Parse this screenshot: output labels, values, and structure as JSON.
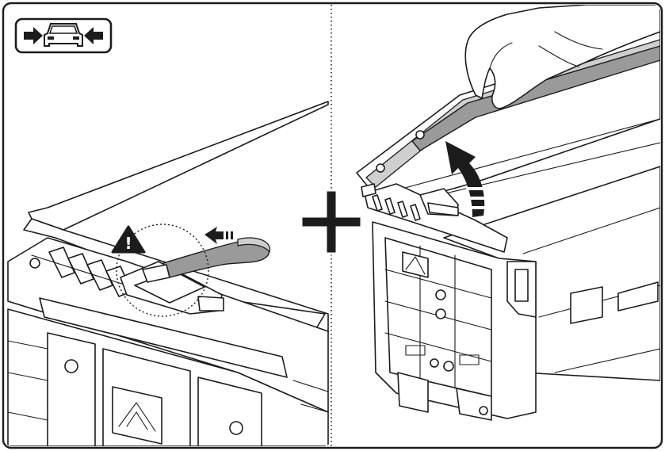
{
  "figure": {
    "panel_count": 2,
    "colors": {
      "line": "#1c1c1c",
      "frame": "#1c1c1c",
      "background": "#ffffff",
      "handle_fill": "#9a9a9a",
      "light_fill": "#cfcfcf",
      "plus_sign": "#1c1c1c"
    },
    "icons": {
      "orientation_badge": "vehicle-front-view-with-inward-arrows",
      "warning": "warning-triangle-exclamation-icon",
      "push_direction": "dashed-arrow-left-icon",
      "lift_direction": "curved-arrow-up-icon",
      "step_combine": "plus-icon",
      "brand_mark": "mountain-logo"
    },
    "labels": {
      "warning_mark": "!"
    }
  }
}
